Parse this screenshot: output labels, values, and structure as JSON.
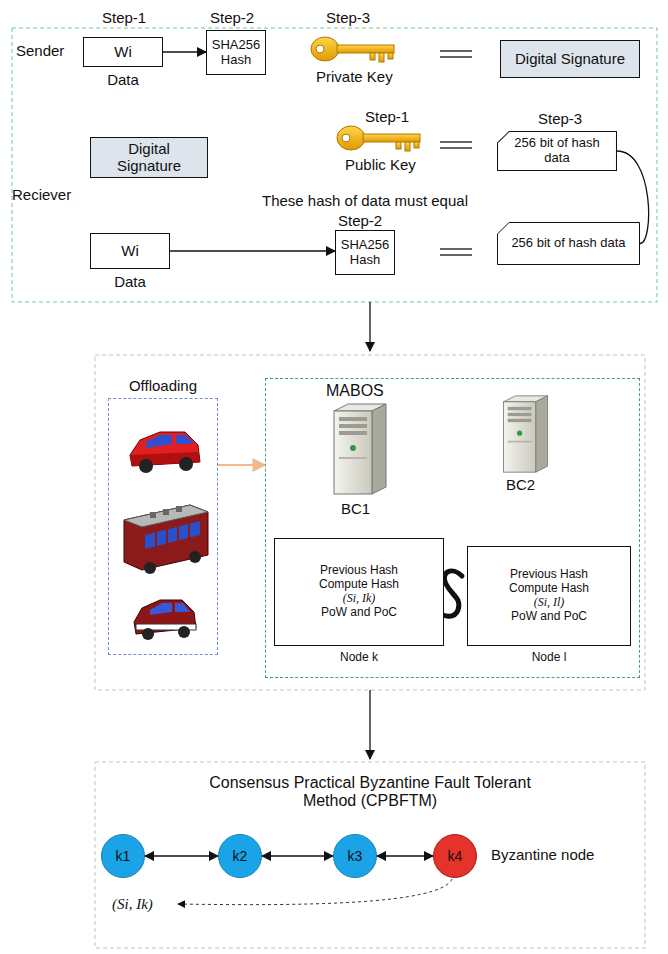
{
  "diagram": {
    "nodes": [
      {
        "text": [
          "Wi",
          "Data"
        ]
      },
      {
        "text": [
          "SHA256 Hash"
        ]
      },
      {
        "text": [
          "Digital Signature"
        ]
      },
      {
        "text": [
          "Digital Signature"
        ]
      },
      {
        "text": [
          "256 bit of hash data"
        ]
      },
      {
        "text": [
          "Wi",
          "Data"
        ]
      },
      {
        "text": [
          "SHA256 Hash"
        ]
      },
      {
        "text": [
          "256 bit of hash data"
        ]
      },
      {
        "text": [
          "Offloading"
        ]
      },
      {
        "text": [
          "MABOS"
        ]
      },
      {
        "text": [
          "Previous Hash",
          "Compute Hash",
          "(Si, Ik)",
          "PoW and PoC",
          "Node k"
        ],
        "in": 9
      },
      {
        "text": [
          "Previous Hash",
          "Compute Hash",
          "(Si, Il)",
          "PoW and PoC",
          "Node l"
        ],
        "in": 9
      },
      {
        "text": [
          "k1"
        ]
      },
      {
        "text": [
          "k2"
        ]
      },
      {
        "text": [
          "k3"
        ]
      },
      {
        "text": [
          "k4"
        ]
      }
    ],
    "edges": [
      {
        "from": 0,
        "to": 1,
        "arrow": "to"
      },
      {
        "from": 5,
        "to": 6,
        "arrow": "to"
      },
      {
        "from": 4,
        "to": 7,
        "label": "These hash of data must equal",
        "arrow": "none"
      },
      {
        "from": 8,
        "to": 9,
        "arrow": "to"
      },
      {
        "from": 12,
        "to": 13,
        "arrow": "both"
      },
      {
        "from": 13,
        "to": 14,
        "arrow": "both"
      },
      {
        "from": 14,
        "to": 15,
        "arrow": "both"
      }
    ],
    "labels": [
      "Sender",
      "Step-1",
      "Step-2",
      "Step-3",
      "Private Key",
      "Reciever",
      "Step-1",
      "Public Key",
      "Step-3",
      "Step-2",
      "BC1",
      "BC2",
      "Consensus Practical Byzantine Fault Tolerant Method (CPBFTM)",
      "Byzantine node",
      "(Si, Ik)"
    ]
  }
}
